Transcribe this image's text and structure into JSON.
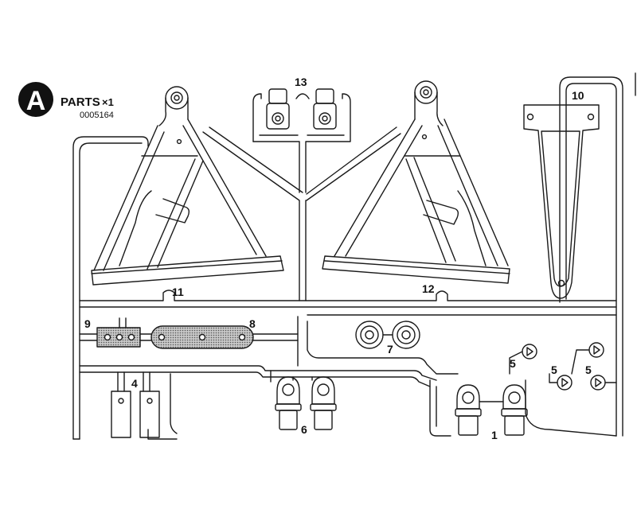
{
  "sprue": {
    "letter": "A",
    "title": "PARTS",
    "quantity": "×1",
    "code": "0005164"
  },
  "part_numbers": {
    "p1": "1",
    "p4": "4",
    "p5a": "5",
    "p5b": "5",
    "p5c": "5",
    "p6": "6",
    "p7": "7",
    "p8": "8",
    "p9": "9",
    "p10": "10",
    "p11": "11",
    "p12": "12",
    "p13": "13"
  },
  "colors": {
    "line": "#1a1a1a",
    "badge": "#111111",
    "shade": "#777777"
  }
}
